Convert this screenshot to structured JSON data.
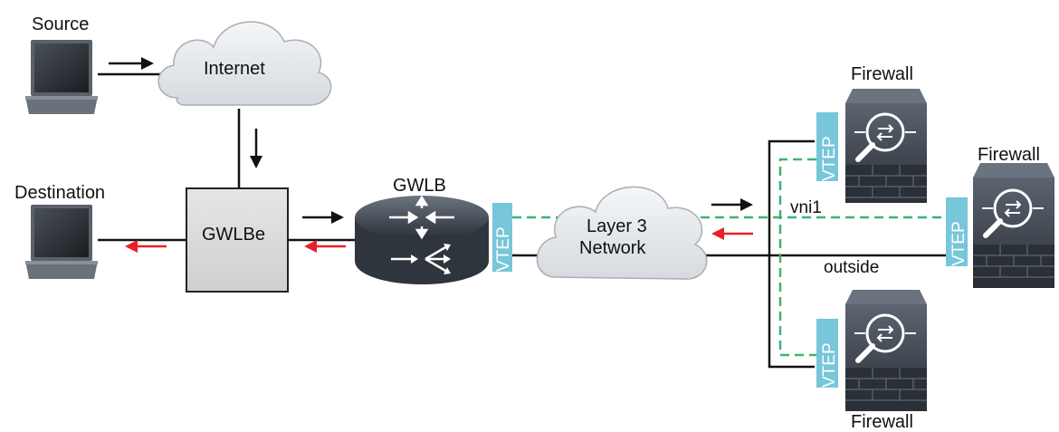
{
  "labels": {
    "source": "Source",
    "destination": "Destination",
    "internet": "Internet",
    "gwlbe": "GWLBe",
    "gwlb": "GWLB",
    "layer3_line1": "Layer 3",
    "layer3_line2": "Network",
    "vni": "vni1",
    "outside": "outside",
    "firewall_top": "Firewall",
    "firewall_right": "Firewall",
    "firewall_bottom": "Firewall",
    "vtep": "VTEP"
  },
  "colors": {
    "link": "#111111",
    "return_arrow": "#e8202a",
    "vxlan_dashed": "#3cb371",
    "vtep_fill": "#77c6d9",
    "gwlbe_box": "#dcdcdc",
    "cloud": "#e9ecef",
    "firewall_body": "#2f3640"
  },
  "icons": [
    "laptop-icon",
    "cloud-icon",
    "router-icon",
    "firewall-icon"
  ]
}
